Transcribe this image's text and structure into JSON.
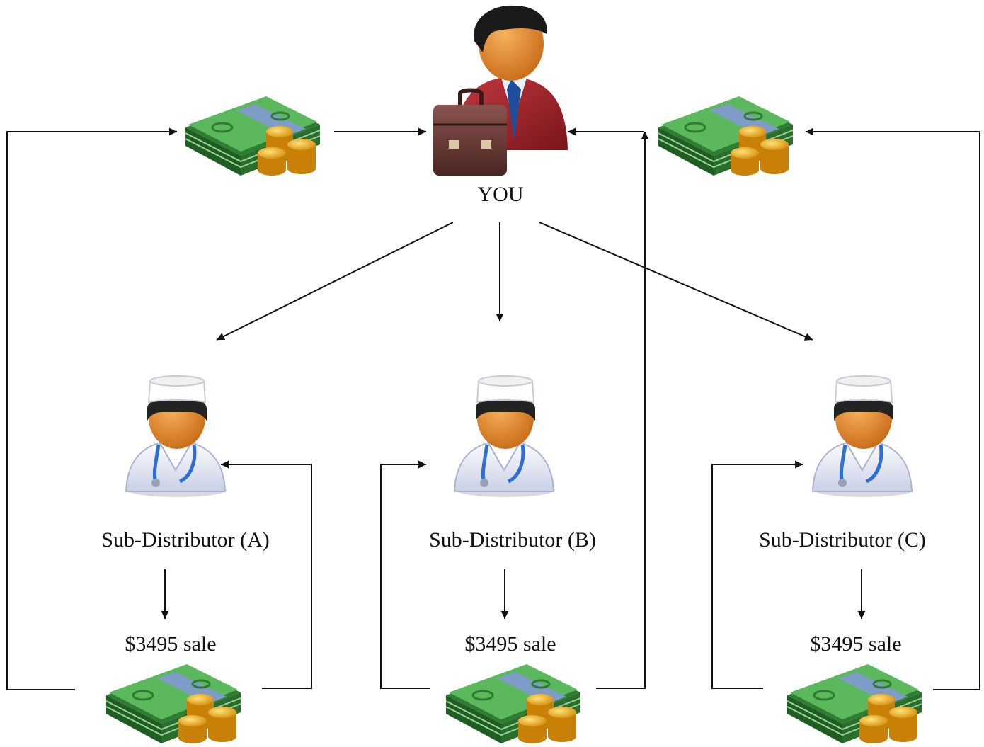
{
  "you": {
    "label": "YOU"
  },
  "sub_distributors": [
    {
      "label": "Sub-Distributor (A)",
      "sale_label": "$3495 sale"
    },
    {
      "label": "Sub-Distributor (B)",
      "sale_label": "$3495 sale"
    },
    {
      "label": "Sub-Distributor (C)",
      "sale_label": "$3495 sale"
    }
  ],
  "icons": {
    "you": "businessman-with-briefcase-icon",
    "sub_distributor": "doctor-icon",
    "money": "cash-stack-and-coins-icon"
  },
  "colors": {
    "line": "#111111",
    "cash": "#3f9b48",
    "cash_dark": "#1f6b2a",
    "coin": "#e8a317",
    "suit": "#a3212a",
    "skin": "#e8892e"
  }
}
